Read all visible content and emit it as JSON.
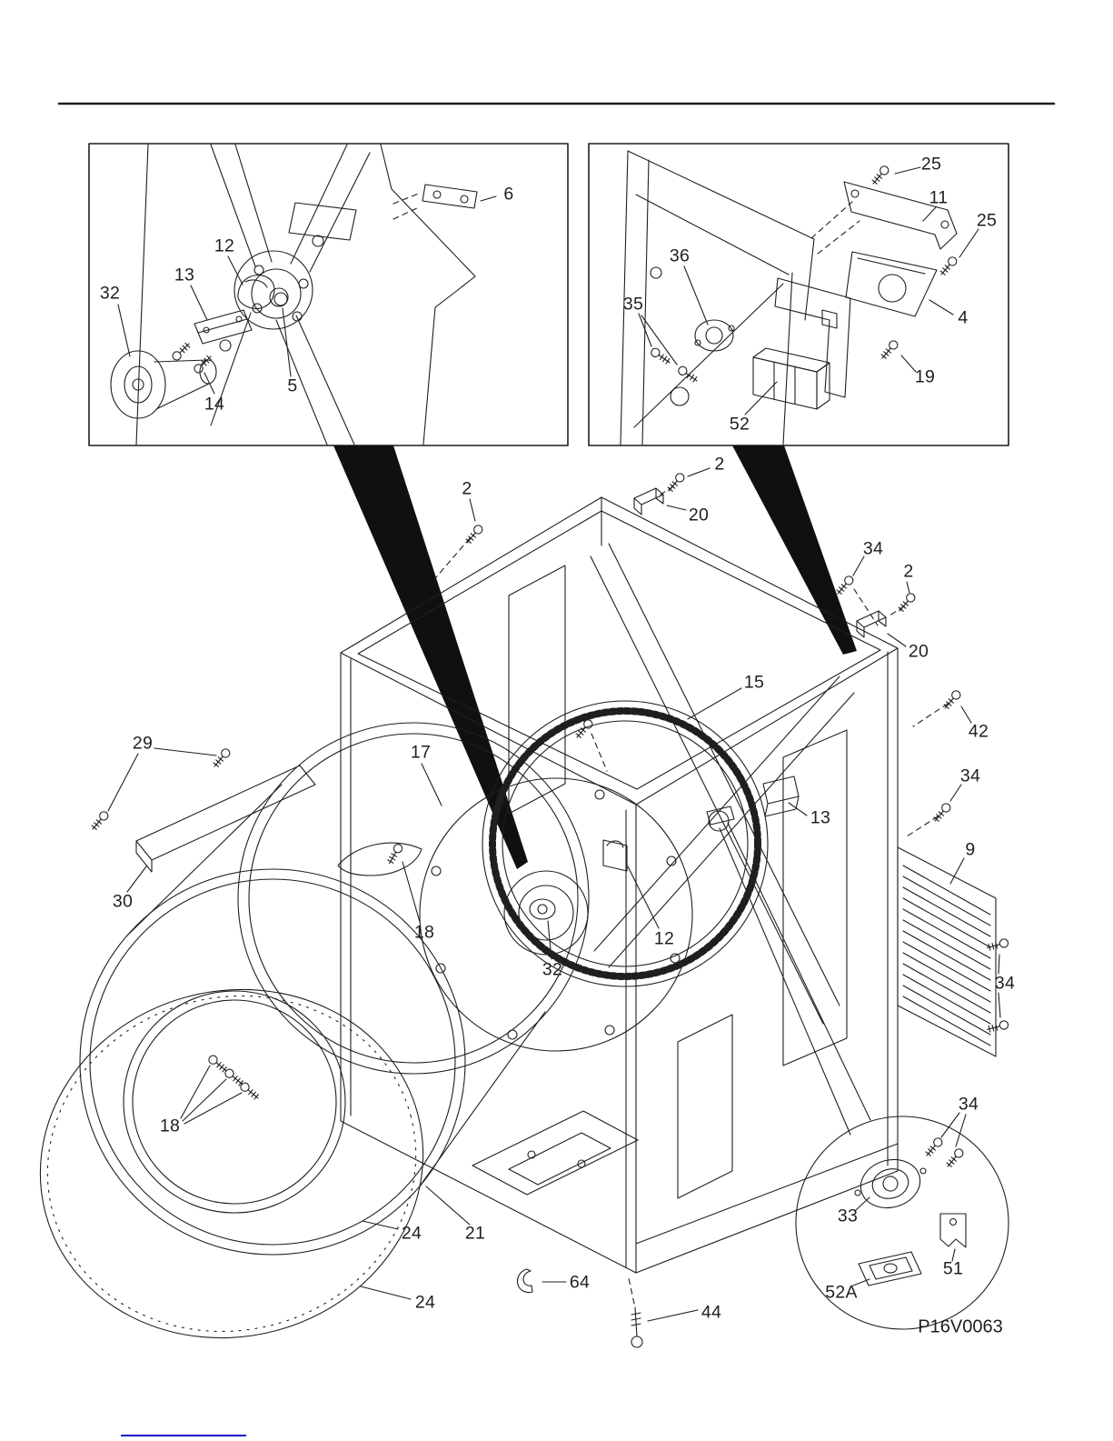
{
  "part_id": "P16V0063",
  "colors": {
    "ink": "#1f1f1f",
    "paper": "#ffffff",
    "link": "#1414c8"
  },
  "callouts": [
    "6",
    "12",
    "13",
    "32",
    "14",
    "5",
    "25",
    "11",
    "25",
    "36",
    "35",
    "4",
    "19",
    "52",
    "2",
    "2",
    "20",
    "34",
    "2",
    "20",
    "15",
    "42",
    "29",
    "17",
    "34",
    "13",
    "9",
    "30",
    "18",
    "12",
    "32",
    "34",
    "18",
    "34",
    "33",
    "24",
    "21",
    "51",
    "24",
    "64",
    "52A",
    "44"
  ]
}
